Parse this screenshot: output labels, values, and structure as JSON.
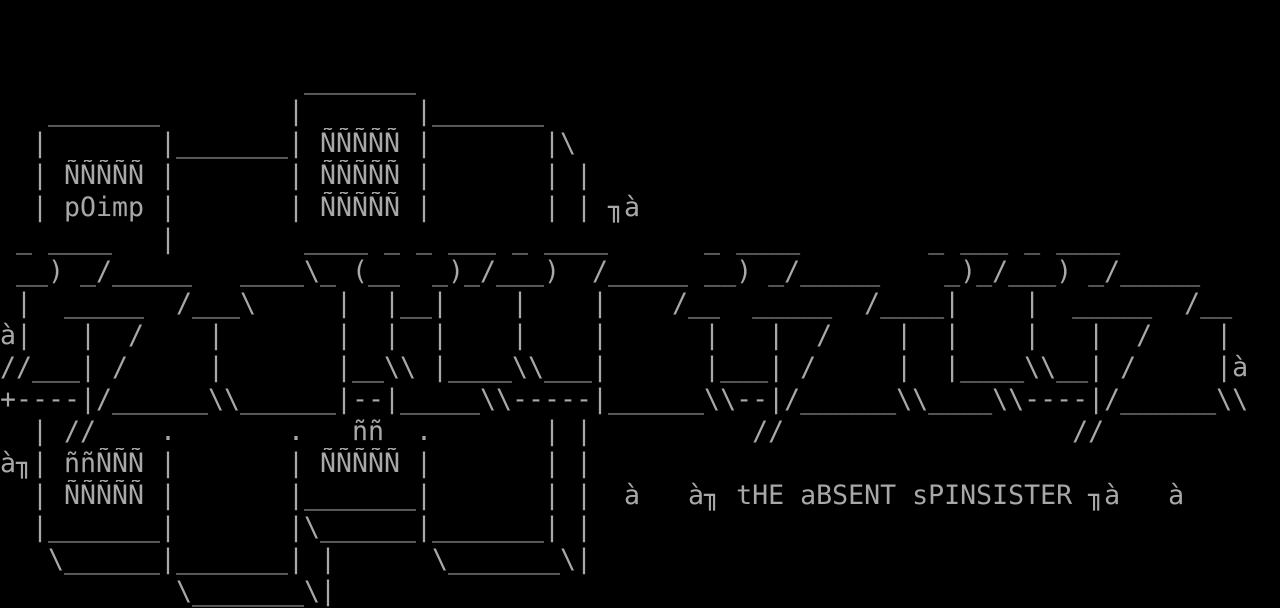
{
  "colors": {
    "background": "#000000",
    "foreground": "#a8a8a8"
  },
  "art": {
    "title": "tHE aBSENT sPINSISTER",
    "lines": [
      "",
      "",
      "                   _______",
      "   _______        |       |_______",
      "  |       |_______| ÑÑÑÑÑ |       |\\",
      "  | ÑÑÑÑÑ |       | ÑÑÑÑÑ |       | |",
      "  | pOimp |       | ÑÑÑÑÑ |       | | ╖à",
      " _ ____   |        ____ _ _ ___ _ ____      _ ____        _ ___ _ ____",
      " __) _/_____   ____\\_ (__  _)_/___)  /_____ __) _/_____    _)_/___) _/_____",
      " |  _____  /___\\     |  |__|    |    |    /__  _____  /____|    |  _____  /__",
      "à|   |  /    |       |  |  |    |    |      |   |  /    |  |    |   |  /    |",
      "//___| /     |       |__\\\\ |____\\\\___|      |___| /     |  |____\\\\__| /     |à",
      "+----|/______\\\\______|--|_____\\\\-----|______\\\\--|/______\\\\____\\\\----|/______\\\\",
      "  | //    .       .   ññ  .       | |          //                  //",
      "à╖| ññÑÑÑ |       | ÑÑÑÑÑ |       | |",
      "  | ÑÑÑÑÑ |       |_______|       | |  à   à╖ tHE aBSENT sPINSISTER ╖à   à",
      "  |_______|       |\\______|_______| |",
      "   \\______|_______| |      \\_______\\|",
      "           \\_______\\|"
    ]
  }
}
